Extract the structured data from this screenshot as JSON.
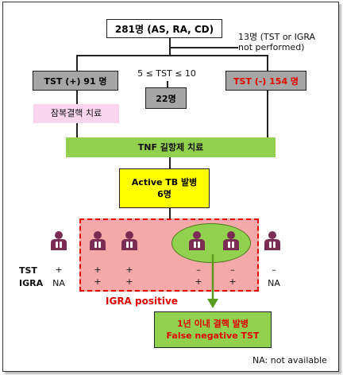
{
  "top_box": "281명 (AS, RA, CD)",
  "excluded_note": "13명 (TST or IGRA\nnot performed)",
  "tst_pos": "TST (+) 91 명",
  "tst_mid_range": "5 ≤  TST  ≤ 10",
  "tst_mid_count": "22명",
  "tst_neg": "TST (-) 154 명",
  "latent_treatment": "잠복결핵 치료",
  "tnf_treatment": "TNF 길항제 치료",
  "active_tb": "Active TB 발병\n6명",
  "row_labels": {
    "tst": "TST",
    "igra": "IGRA"
  },
  "cases": [
    {
      "tst": "+",
      "igra": "NA"
    },
    {
      "tst": "+",
      "igra": "+"
    },
    {
      "tst": "+",
      "igra": "+"
    },
    {
      "tst": "–",
      "igra": "+"
    },
    {
      "tst": "–",
      "igra": "+"
    },
    {
      "tst": "–",
      "igra": "NA"
    }
  ],
  "igra_positive_label": "IGRA positive",
  "result_box": "1년 이내 결핵 발병\nFalse negative  TST",
  "footnote": "NA:  not available",
  "colors": {
    "grey_box": "#a6a6a6",
    "green_bar": "#92d050",
    "yellow_box": "#ffff00",
    "pink_highlight": "#fbd5ee",
    "dashed_region_fill": "#f4a8a8",
    "dashed_region_border": "#e00000",
    "ellipse_fill": "#92d050",
    "person_icon": "#7b2c52",
    "red_text": "#e00000",
    "result_fill": "#92d050",
    "result_text": "#e00000"
  }
}
